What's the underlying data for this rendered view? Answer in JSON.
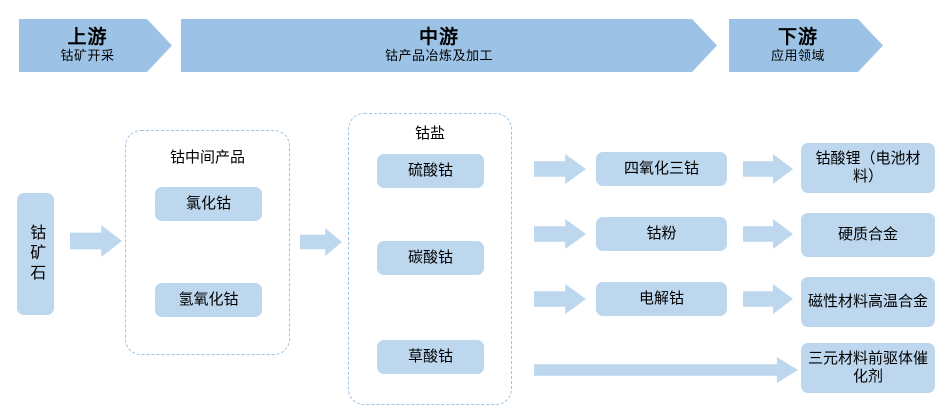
{
  "header": {
    "stages": [
      {
        "title": "上游",
        "subtitle": "钴矿开采"
      },
      {
        "title": "中游",
        "subtitle": "钴产品冶炼及加工"
      },
      {
        "title": "下游",
        "subtitle": "应用领域"
      }
    ]
  },
  "flow": {
    "raw_material": {
      "label": "钴矿石"
    },
    "groups": [
      {
        "title": "钴中间产品",
        "items": [
          {
            "label": "氯化钴"
          },
          {
            "label": "氢氧化钴"
          }
        ]
      },
      {
        "title": "钴盐",
        "items": [
          {
            "label": "硫酸钴"
          },
          {
            "label": "碳酸钴"
          },
          {
            "label": "草酸钴"
          }
        ]
      }
    ],
    "midstream_products": [
      {
        "label": "四氧化三钴"
      },
      {
        "label": "钴粉"
      },
      {
        "label": "电解钴"
      }
    ],
    "applications": [
      {
        "label": "钴酸锂（电池材料）"
      },
      {
        "label": "硬质合金"
      },
      {
        "label": "磁性材料高温合金"
      },
      {
        "label": "三元材料前驱体催化剂"
      }
    ]
  },
  "colors": {
    "header_band": "#9CC3E5",
    "node_fill": "#BDD7EE",
    "dashed_border": "#9DC3E6",
    "arrow_fill": "#BDD7EE",
    "text": "#000000",
    "background": "#FFFFFF"
  }
}
